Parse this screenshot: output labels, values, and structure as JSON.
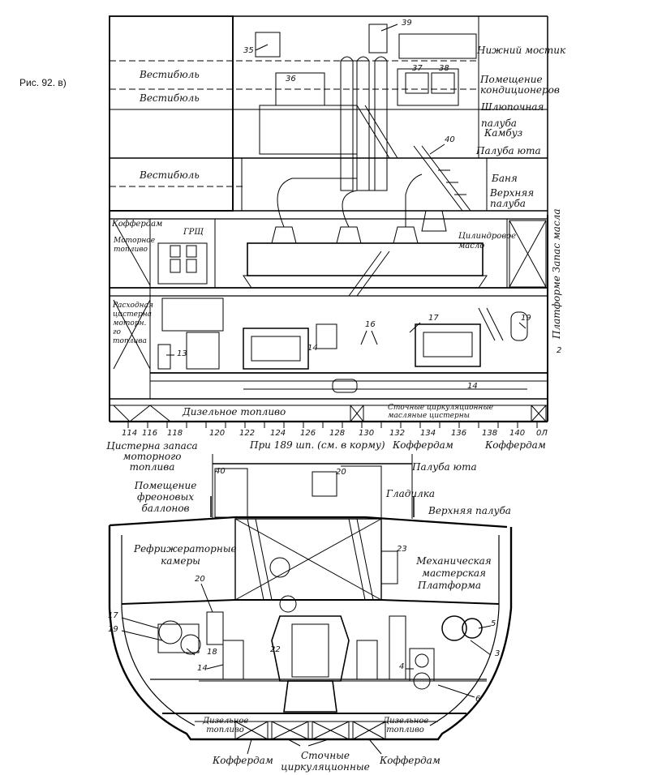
{
  "figure_caption": "Рис. 92. в)",
  "longitudinal_section": {
    "spaces": {
      "vestibule_top": "Вестибюль",
      "vestibule_mid": "Вестибюль",
      "vestibule_low": "Вестибюль",
      "lower_bridge": "Нижний мостик",
      "ac_room": "Помещение кондиционеров",
      "boat_deck": "Шлюпочная палуба",
      "galley": "Камбуз",
      "poop_deck": "Палуба юта",
      "bathhouse": "Баня",
      "upper_deck": "Верхняя палуба",
      "cofferdam_top": "Коффердам",
      "motor_fuel": "Моторное топливо",
      "main_switchboard": "ГРЩ",
      "cylinder_oil": "Цилиндровое масло",
      "oil_reserve_platform": "Платформе Запас масла",
      "service_tank": "Расходная цистерна моторн. го топлива",
      "diesel_fuel": "Дизельное топливо",
      "drain_oil_tanks": "Сточные циркуляционные масляные цистерны",
      "reserve_tank": "Цистерна запаса моторного топлива",
      "frame_spacing": "При 189 шп. (см. в корму)",
      "cofferdam_mid": "Коффердам",
      "cofferdam_aft": "Коффердам"
    },
    "callouts": [
      "39",
      "35",
      "36",
      "37",
      "38",
      "40",
      "16",
      "17",
      "19",
      "13",
      "14",
      "14",
      "2"
    ],
    "frames": [
      "114",
      "116",
      "118",
      "120",
      "122",
      "124",
      "126",
      "128",
      "130",
      "132",
      "134",
      "136",
      "138",
      "140",
      "0Л"
    ]
  },
  "cross_section": {
    "spaces": {
      "poop_deck": "Палуба юта",
      "freon_cylinders": "Помещение фреоновых баллонов",
      "shelter": "Гладилка",
      "upper_deck": "Верхняя палуба",
      "refrigeration": "Рефрижераторные камеры",
      "workshop": "Механическая мастерская",
      "platform": "Платформа",
      "diesel_fuel_left": "Дизельное топливо",
      "diesel_fuel_right": "Дизельное топливо",
      "cofferdam_left": "Коффердам",
      "drain_oil_tanks": "Сточные циркуляционные масляные цистерны",
      "cofferdam_right": "Коффердам"
    },
    "callouts": [
      "40",
      "20",
      "23",
      "20",
      "17",
      "19",
      "18",
      "14",
      "22",
      "5",
      "3",
      "4",
      "6"
    ]
  }
}
